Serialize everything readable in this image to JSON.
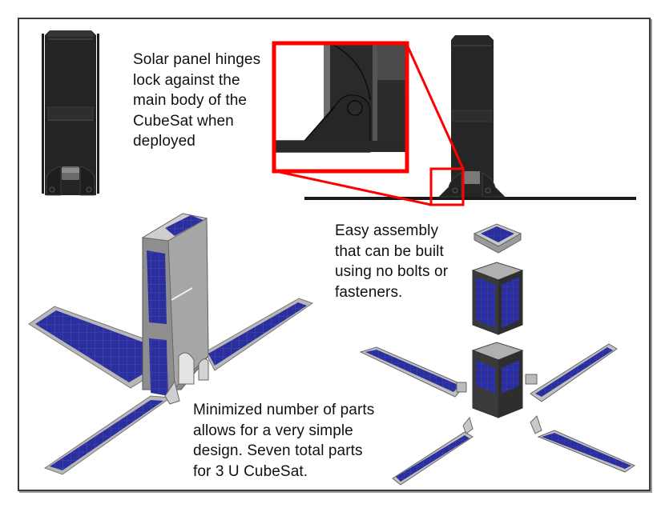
{
  "figure": {
    "title": "3U CubeSat solar panel hinge design",
    "border_color": "#3a3a3a",
    "highlight_color": "#ff0000",
    "panel_color": "#2b2f9e",
    "body_color": "#2a2a2a",
    "frame_color": "#9c9c9c"
  },
  "captions": {
    "hinge_lock": {
      "lines": [
        "Solar panel hinges",
        "lock against the",
        "main body of the",
        "CubeSat when",
        "deployed"
      ]
    },
    "assembly": {
      "lines": [
        "Easy assembly",
        "that can be built",
        "using no bolts or",
        "fasteners."
      ]
    },
    "parts": {
      "lines": [
        "Minimized number of parts",
        "allows for a very simple",
        "design. Seven total parts",
        "for 3 U CubeSat."
      ]
    }
  },
  "views": {
    "stowed_side_view": "Stowed CubeSat side view",
    "hinge_detail_callout": "Zoomed hinge detail",
    "deployed_side_view": "Deployed CubeSat side view with hinge highlighted",
    "deployed_isometric": "Deployed 3U CubeSat with four solar panels",
    "exploded_view": "Exploded assembly: top cap, upper body, lower body, four solar panels"
  }
}
